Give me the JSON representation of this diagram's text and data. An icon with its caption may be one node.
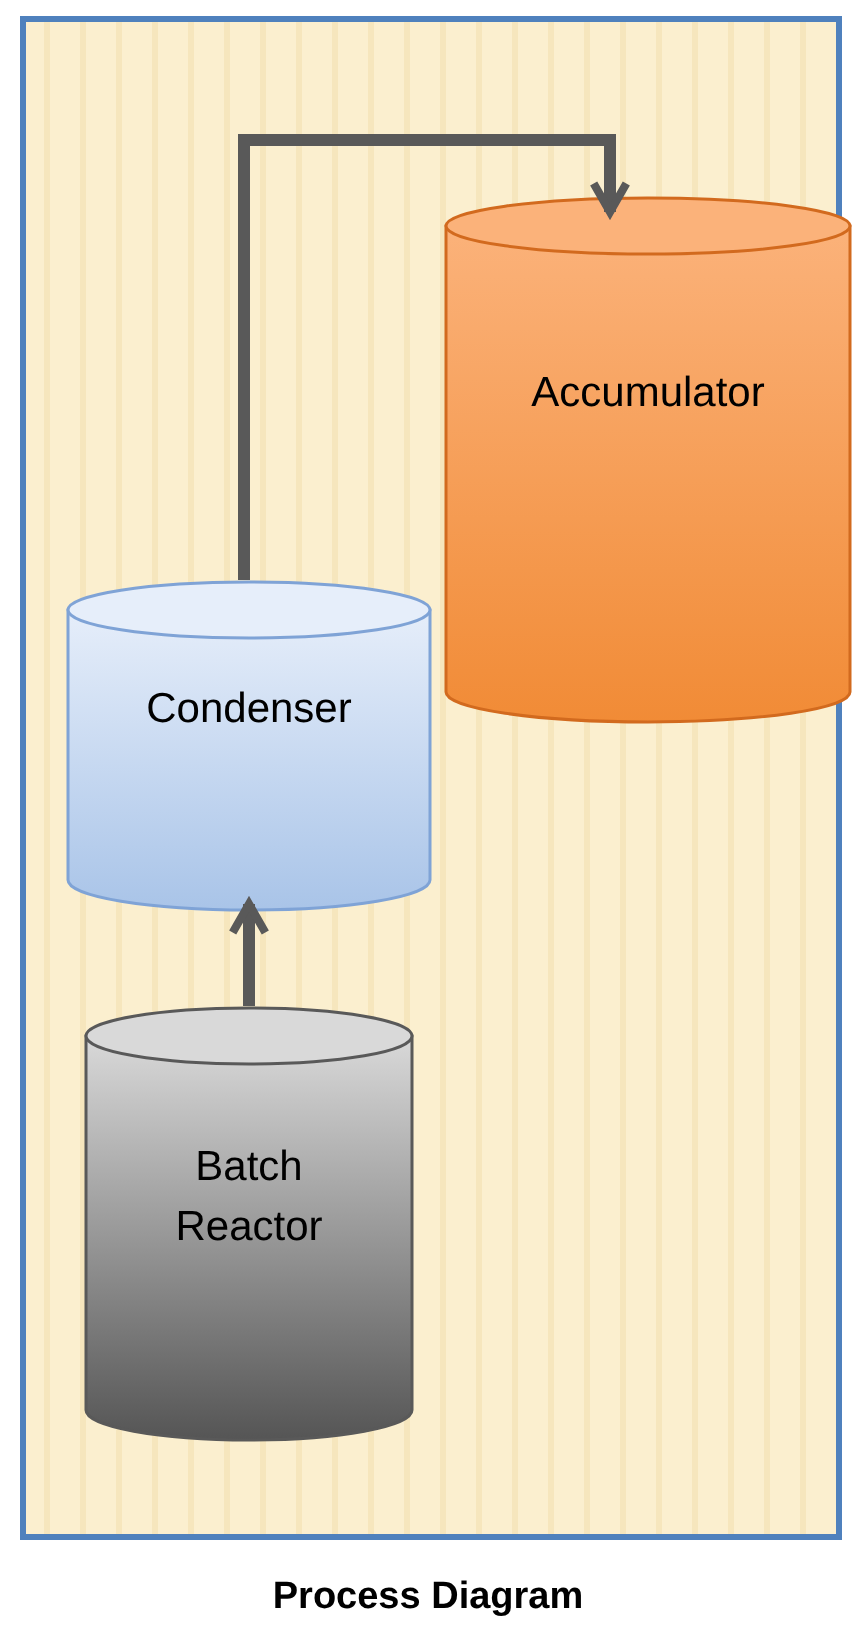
{
  "diagram": {
    "caption": "Process Diagram",
    "nodes": [
      {
        "text": [
          "Accumulator"
        ]
      },
      {
        "text": [
          "Condenser"
        ]
      },
      {
        "text": [
          "Batch Reactor"
        ]
      }
    ],
    "edges": [
      {
        "from": 2,
        "to": 1,
        "arrow": "to"
      },
      {
        "from": 1,
        "to": 0,
        "arrow": "to"
      }
    ]
  }
}
